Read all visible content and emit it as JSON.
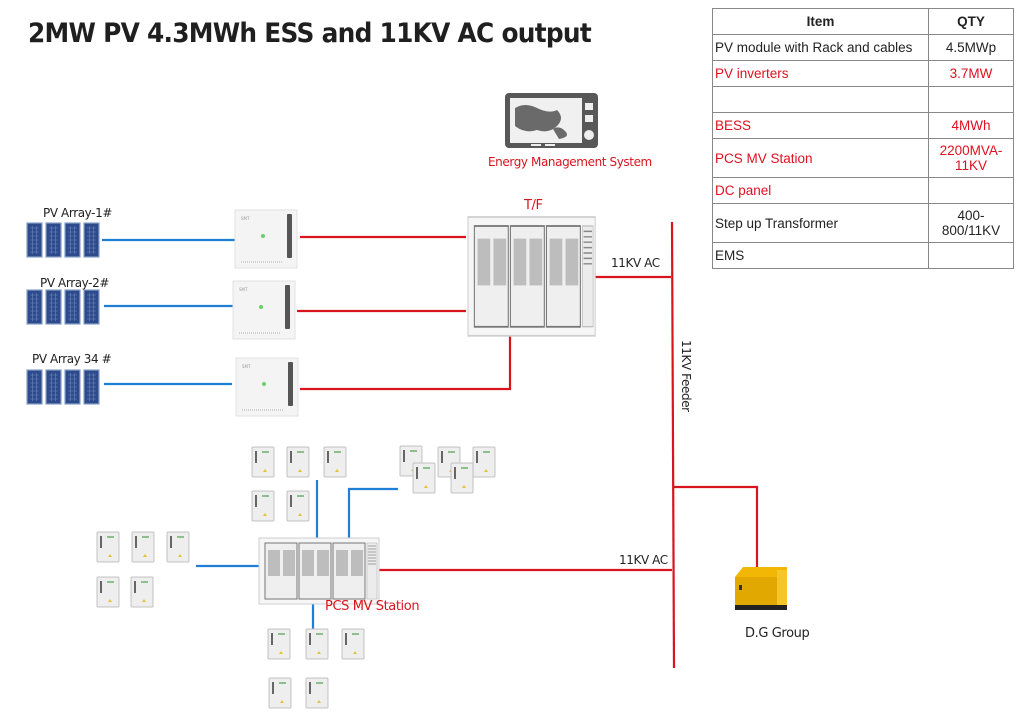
{
  "title": "2MW PV  4.3MWh ESS and 11KV AC output",
  "bom_table": {
    "headers": {
      "item": "Item",
      "qty": "QTY"
    },
    "rows": [
      {
        "item": "PV module with Rack and cables",
        "qty": "4.5MWp",
        "highlight": false
      },
      {
        "item": "PV inverters",
        "qty": "3.7MW",
        "highlight": true
      },
      {
        "item": "",
        "qty": "",
        "highlight": false
      },
      {
        "item": "BESS",
        "qty": "4MWh",
        "highlight": true
      },
      {
        "item": "PCS MV Station",
        "qty": "2200MVA-11KV",
        "highlight": true
      },
      {
        "item": "DC panel",
        "qty": "",
        "highlight": true
      },
      {
        "item": "Step up Transformer",
        "qty": "400-800/11KV",
        "highlight": false
      },
      {
        "item": "EMS",
        "qty": "",
        "highlight": false
      }
    ]
  },
  "labels": {
    "ems": "Energy Management System",
    "transformer": "T/F",
    "ac_top": "11KV AC",
    "ac_bottom": "11KV AC",
    "feeder": "11KV Feeder",
    "pcs": "PCS MV Station",
    "dg": "D.G Group",
    "pv_arrays": [
      "PV Array-1#",
      "PV Array-2#",
      "PV Array 34 #"
    ]
  },
  "colors": {
    "dc_line": "#1f7fd4",
    "ac_line": "#d8141e",
    "highlight_text": "#e01020",
    "pv_panel": "#2c4a8c",
    "generator": "#f2b705"
  },
  "icons": {
    "ems": "monitor-world-map-icon",
    "pv": "solar-panel-icon",
    "inverter": "string-inverter-icon",
    "transformer": "container-station-icon",
    "battery": "battery-cabinet-icon",
    "generator": "diesel-generator-icon"
  }
}
